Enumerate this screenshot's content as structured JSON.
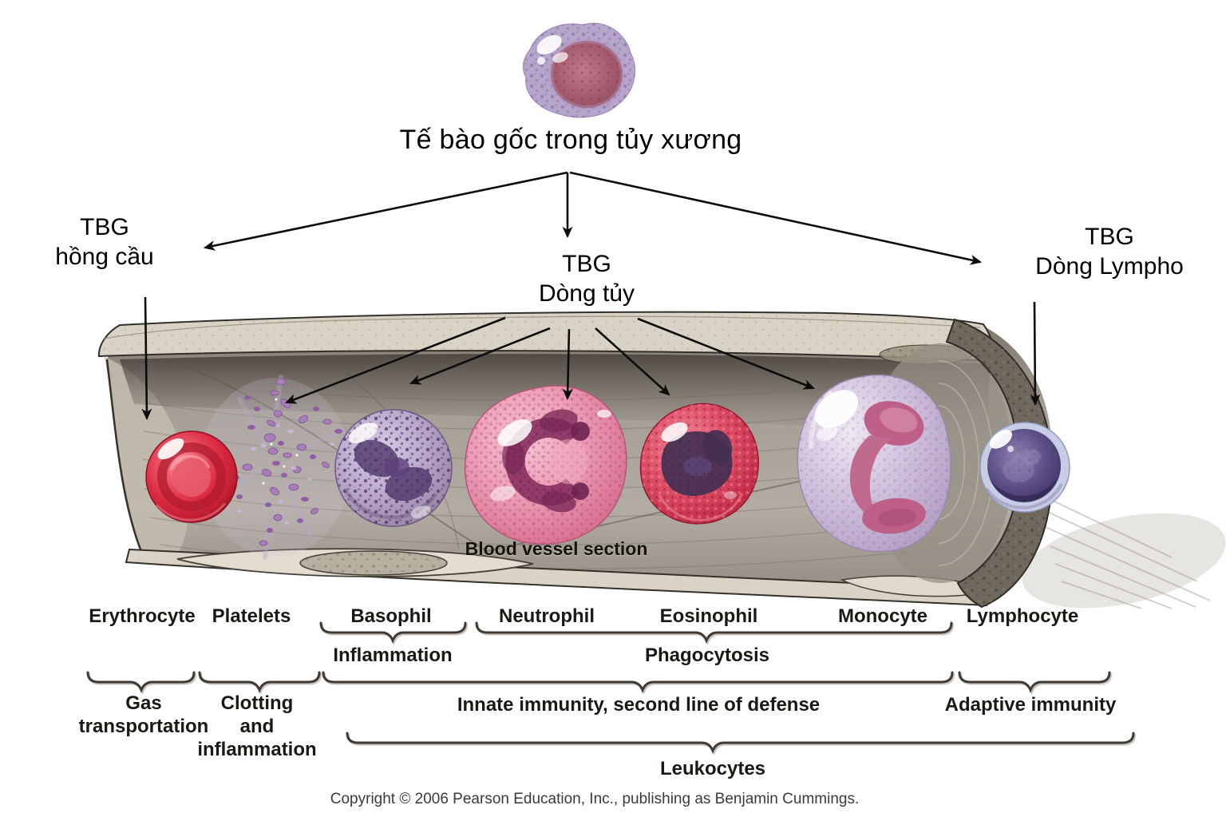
{
  "title": "Tế bào gốc trong tủy xương",
  "branches": {
    "erythroid": [
      "TBG",
      "hồng cầu"
    ],
    "myeloid": [
      "TBG",
      "Dòng tủy"
    ],
    "lymphoid": [
      "TBG",
      "Dòng Lympho"
    ]
  },
  "vessel": {
    "label": "Blood vessel section"
  },
  "cells": [
    "Erythrocyte",
    "Platelets",
    "Basophil",
    "Neutrophil",
    "Eosinophil",
    "Monocyte",
    "Lymphocyte"
  ],
  "functions": {
    "inflammation": "Inflammation",
    "phagocytosis": "Phagocytosis",
    "gas": [
      "Gas",
      "transportation"
    ],
    "clotting": [
      "Clotting",
      "and",
      "inflammation"
    ],
    "innate": "Innate immunity, second line of defense",
    "adaptive": "Adaptive immunity",
    "leukocytes": "Leukocytes"
  },
  "copyright": "Copyright © 2006 Pearson Education, Inc., publishing as Benjamin Cummings."
}
